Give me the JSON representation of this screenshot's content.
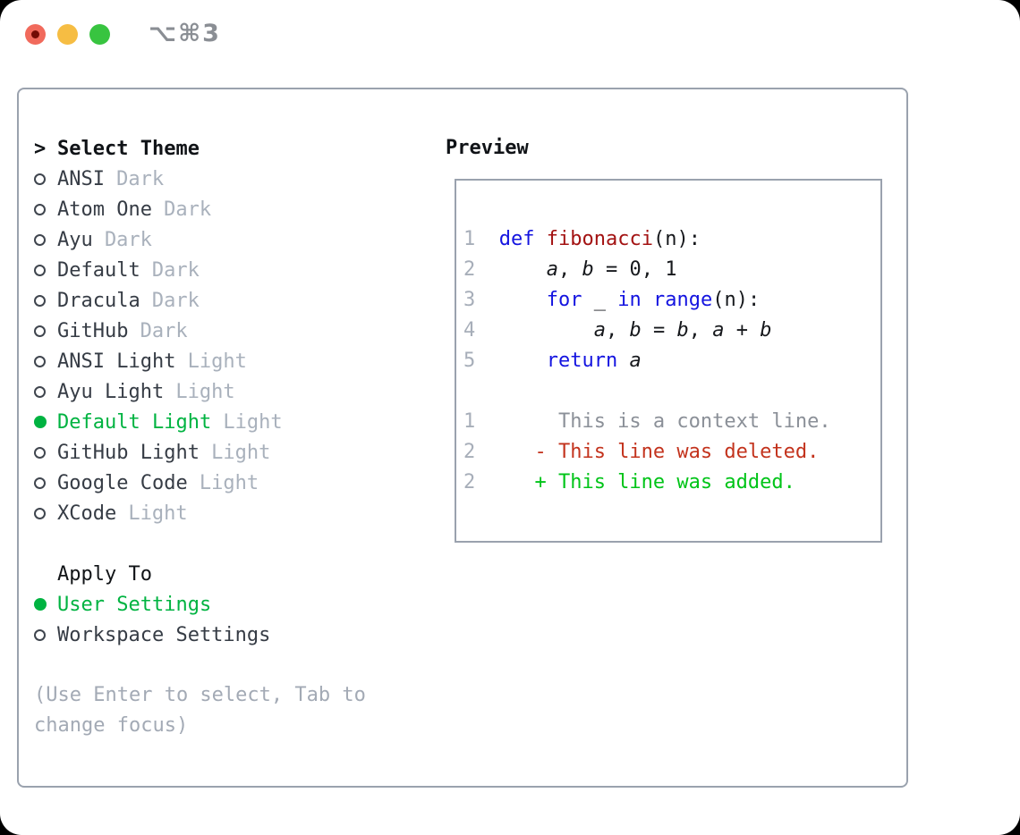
{
  "titlebar": {
    "shortcut": "⌥⌘3"
  },
  "colors": {
    "ui_green": "#00b341",
    "added_green": "#00c418",
    "deleted_red": "#c3331d",
    "keyword_blue": "#1414e0",
    "function_red": "#a31212",
    "panel_border": "#9aa2ae",
    "traffic_red": "#f16a5c",
    "traffic_yellow": "#f6bd43",
    "traffic_green": "#38c440"
  },
  "theme_list": {
    "prompt": ">",
    "title": "Select Theme",
    "items": [
      {
        "name": "ANSI",
        "variant": "Dark",
        "selected": false
      },
      {
        "name": "Atom One",
        "variant": "Dark",
        "selected": false
      },
      {
        "name": "Ayu",
        "variant": "Dark",
        "selected": false
      },
      {
        "name": "Default",
        "variant": "Dark",
        "selected": false
      },
      {
        "name": "Dracula",
        "variant": "Dark",
        "selected": false
      },
      {
        "name": "GitHub",
        "variant": "Dark",
        "selected": false
      },
      {
        "name": "ANSI Light",
        "variant": "Light",
        "selected": false
      },
      {
        "name": "Ayu Light",
        "variant": "Light",
        "selected": false
      },
      {
        "name": "Default Light",
        "variant": "Light",
        "selected": true
      },
      {
        "name": "GitHub Light",
        "variant": "Light",
        "selected": false
      },
      {
        "name": "Google Code",
        "variant": "Light",
        "selected": false
      },
      {
        "name": "XCode",
        "variant": "Light",
        "selected": false
      }
    ]
  },
  "apply_to": {
    "title": "Apply To",
    "options": [
      {
        "label": "User Settings",
        "selected": true
      },
      {
        "label": "Workspace Settings",
        "selected": false
      }
    ]
  },
  "help_text": "(Use Enter to select, Tab to change focus)",
  "preview": {
    "title": "Preview",
    "code_lines": [
      {
        "num": "1",
        "tokens": [
          {
            "t": "def",
            "c": "kw"
          },
          {
            "t": " ",
            "c": "pl"
          },
          {
            "t": "fibonacci",
            "c": "fn"
          },
          {
            "t": "(n):",
            "c": "pl"
          }
        ]
      },
      {
        "num": "2",
        "tokens": [
          {
            "t": "    ",
            "c": "pl"
          },
          {
            "t": "a",
            "c": "var"
          },
          {
            "t": ", ",
            "c": "pl"
          },
          {
            "t": "b",
            "c": "var"
          },
          {
            "t": " = 0, 1",
            "c": "pl"
          }
        ]
      },
      {
        "num": "3",
        "tokens": [
          {
            "t": "    ",
            "c": "pl"
          },
          {
            "t": "for",
            "c": "kw"
          },
          {
            "t": " _ ",
            "c": "pl"
          },
          {
            "t": "in",
            "c": "kw"
          },
          {
            "t": " ",
            "c": "pl"
          },
          {
            "t": "range",
            "c": "kw"
          },
          {
            "t": "(n):",
            "c": "pl"
          }
        ]
      },
      {
        "num": "4",
        "tokens": [
          {
            "t": "        ",
            "c": "pl"
          },
          {
            "t": "a",
            "c": "var"
          },
          {
            "t": ", ",
            "c": "pl"
          },
          {
            "t": "b",
            "c": "var"
          },
          {
            "t": " = ",
            "c": "pl"
          },
          {
            "t": "b",
            "c": "var"
          },
          {
            "t": ", ",
            "c": "pl"
          },
          {
            "t": "a",
            "c": "var"
          },
          {
            "t": " + ",
            "c": "pl"
          },
          {
            "t": "b",
            "c": "var"
          }
        ]
      },
      {
        "num": "5",
        "tokens": [
          {
            "t": "    ",
            "c": "pl"
          },
          {
            "t": "return",
            "c": "kw"
          },
          {
            "t": " ",
            "c": "pl"
          },
          {
            "t": "a",
            "c": "var"
          }
        ]
      }
    ],
    "diff_lines": [
      {
        "num": "1",
        "tokens": [
          {
            "t": "     This is a context line.",
            "c": "ctx"
          }
        ]
      },
      {
        "num": "2",
        "tokens": [
          {
            "t": "   - This line was deleted.",
            "c": "del"
          }
        ]
      },
      {
        "num": "2",
        "tokens": [
          {
            "t": "   + This line was added.",
            "c": "add"
          }
        ]
      }
    ]
  }
}
